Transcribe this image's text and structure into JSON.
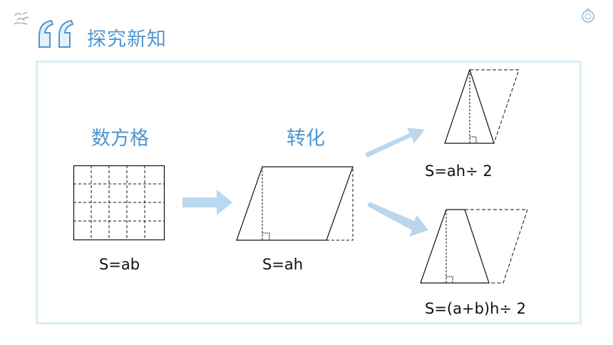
{
  "header": {
    "title": "探究新知"
  },
  "labels": {
    "grid_method": "数方格",
    "transform": "转化",
    "rect_formula": "S=ab",
    "para_formula": "S=ah",
    "tri_formula": "S=ah÷ 2",
    "trap_formula": "S=(a+b)h÷ 2"
  },
  "colors": {
    "accent": "#4f96cf",
    "arrow": "#b9d7ee",
    "frame": "#dbeef8"
  }
}
